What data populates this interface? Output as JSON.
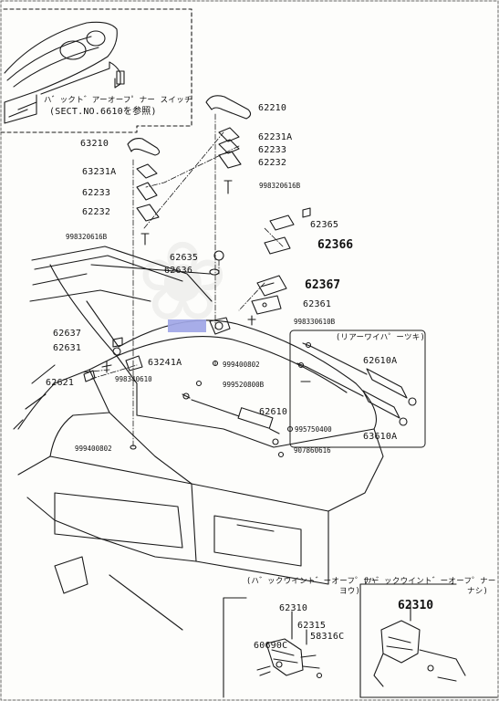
{
  "callouts": {
    "switch_label": "ハ゛ックト゛アーオーフ゜ナー スイッチ",
    "switch_ref": "(SECT.NO.6610を参照)",
    "rear_wiper_label": "(リアーワイハ゜ーツキ)",
    "inset_left_label": "(ハ゛ックウイント゛ーオーフ゜ナー",
    "inset_left_suffix": "ヨウ)",
    "inset_right_label": "(ハ゛ックウイント゛ーオーフ゜ナー",
    "inset_right_suffix": "ナシ)"
  },
  "parts": {
    "p62210": "62210",
    "p62231A_r": "62231A",
    "p62233_r": "62233",
    "p62232_r": "62232",
    "p998320616B_r": "998320616B",
    "p63210": "63210",
    "p63231A": "63231A",
    "p62233_l": "62233",
    "p62232_l": "62232",
    "p998320616B_l": "998320616B",
    "p62365": "62365",
    "p62366": "62366",
    "p62635": "62635",
    "p62636": "62636",
    "p62367": "62367",
    "p62361": "62361",
    "p998330610B": "998330610B",
    "p62637": "62637",
    "p62631": "62631",
    "p63241A": "63241A",
    "p998340610": "998340610",
    "p62621": "62621",
    "p999400802_a": "999400802",
    "p999520800B": "999520800B",
    "p62610A": "62610A",
    "p63610A": "63610A",
    "p62610": "62610",
    "p995750400": "995750400",
    "p907860616": "907860616",
    "p999400802_b": "999400802",
    "p62310_l": "62310",
    "p62315": "62315",
    "p60690C": "60690C",
    "p58316C": "58316C",
    "p62310_r": "62310"
  }
}
